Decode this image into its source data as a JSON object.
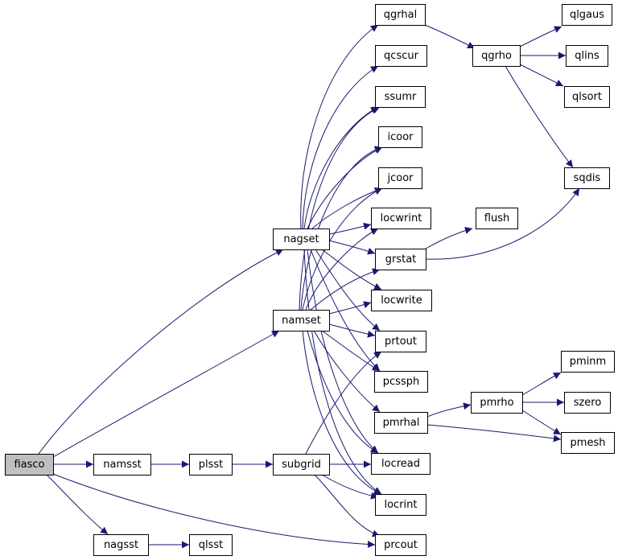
{
  "colors": {
    "edge": "#191970",
    "node_border": "#000000",
    "node_fill": "#ffffff",
    "root_fill": "#bfbfbf"
  },
  "nodes": [
    {
      "id": "fiasco",
      "label": "fiasco",
      "root": true
    },
    {
      "id": "namsst",
      "label": "namsst"
    },
    {
      "id": "plsst",
      "label": "plsst"
    },
    {
      "id": "subgrid",
      "label": "subgrid"
    },
    {
      "id": "nagsst",
      "label": "nagsst"
    },
    {
      "id": "qlsst",
      "label": "qlsst"
    },
    {
      "id": "nagset",
      "label": "nagset"
    },
    {
      "id": "namset",
      "label": "namset"
    },
    {
      "id": "qgrhal",
      "label": "qgrhal"
    },
    {
      "id": "qcscur",
      "label": "qcscur"
    },
    {
      "id": "ssumr",
      "label": "ssumr"
    },
    {
      "id": "icoor",
      "label": "icoor"
    },
    {
      "id": "jcoor",
      "label": "jcoor"
    },
    {
      "id": "locwrint",
      "label": "locwrint"
    },
    {
      "id": "grstat",
      "label": "grstat"
    },
    {
      "id": "locwrite",
      "label": "locwrite"
    },
    {
      "id": "prtout",
      "label": "prtout"
    },
    {
      "id": "pcssph",
      "label": "pcssph"
    },
    {
      "id": "pmrhal",
      "label": "pmrhal"
    },
    {
      "id": "locread",
      "label": "locread"
    },
    {
      "id": "locrint",
      "label": "locrint"
    },
    {
      "id": "prcout",
      "label": "prcout"
    },
    {
      "id": "qgrho",
      "label": "qgrho"
    },
    {
      "id": "qlgaus",
      "label": "qlgaus"
    },
    {
      "id": "qlins",
      "label": "qlins"
    },
    {
      "id": "qlsort",
      "label": "qlsort"
    },
    {
      "id": "sqdis",
      "label": "sqdis"
    },
    {
      "id": "flush",
      "label": "flush"
    },
    {
      "id": "pmrho",
      "label": "pmrho"
    },
    {
      "id": "pminm",
      "label": "pminm"
    },
    {
      "id": "szero",
      "label": "szero"
    },
    {
      "id": "pmesh",
      "label": "pmesh"
    }
  ],
  "edges": [
    [
      "fiasco",
      "namsst"
    ],
    [
      "fiasco",
      "nagsst"
    ],
    [
      "fiasco",
      "nagset"
    ],
    [
      "fiasco",
      "namset"
    ],
    [
      "fiasco",
      "prcout"
    ],
    [
      "namsst",
      "plsst"
    ],
    [
      "plsst",
      "subgrid"
    ],
    [
      "nagsst",
      "qlsst"
    ],
    [
      "subgrid",
      "locread"
    ],
    [
      "subgrid",
      "locrint"
    ],
    [
      "subgrid",
      "prcout"
    ],
    [
      "subgrid",
      "prtout"
    ],
    [
      "nagset",
      "qgrhal"
    ],
    [
      "nagset",
      "qcscur"
    ],
    [
      "nagset",
      "ssumr"
    ],
    [
      "nagset",
      "icoor"
    ],
    [
      "nagset",
      "jcoor"
    ],
    [
      "nagset",
      "locwrint"
    ],
    [
      "nagset",
      "grstat"
    ],
    [
      "nagset",
      "locwrite"
    ],
    [
      "nagset",
      "prtout"
    ],
    [
      "nagset",
      "pcssph"
    ],
    [
      "nagset",
      "locread"
    ],
    [
      "nagset",
      "locrint"
    ],
    [
      "namset",
      "ssumr"
    ],
    [
      "namset",
      "icoor"
    ],
    [
      "namset",
      "jcoor"
    ],
    [
      "namset",
      "locwrint"
    ],
    [
      "namset",
      "grstat"
    ],
    [
      "namset",
      "locwrite"
    ],
    [
      "namset",
      "prtout"
    ],
    [
      "namset",
      "pcssph"
    ],
    [
      "namset",
      "pmrhal"
    ],
    [
      "namset",
      "locread"
    ],
    [
      "namset",
      "locrint"
    ],
    [
      "qgrhal",
      "qgrho"
    ],
    [
      "qgrho",
      "qlgaus"
    ],
    [
      "qgrho",
      "qlins"
    ],
    [
      "qgrho",
      "qlsort"
    ],
    [
      "qgrho",
      "sqdis"
    ],
    [
      "grstat",
      "flush"
    ],
    [
      "grstat",
      "sqdis"
    ],
    [
      "pmrhal",
      "pmrho"
    ],
    [
      "pmrhal",
      "pmesh"
    ],
    [
      "pmrho",
      "pminm"
    ],
    [
      "pmrho",
      "szero"
    ],
    [
      "pmrho",
      "pmesh"
    ]
  ]
}
